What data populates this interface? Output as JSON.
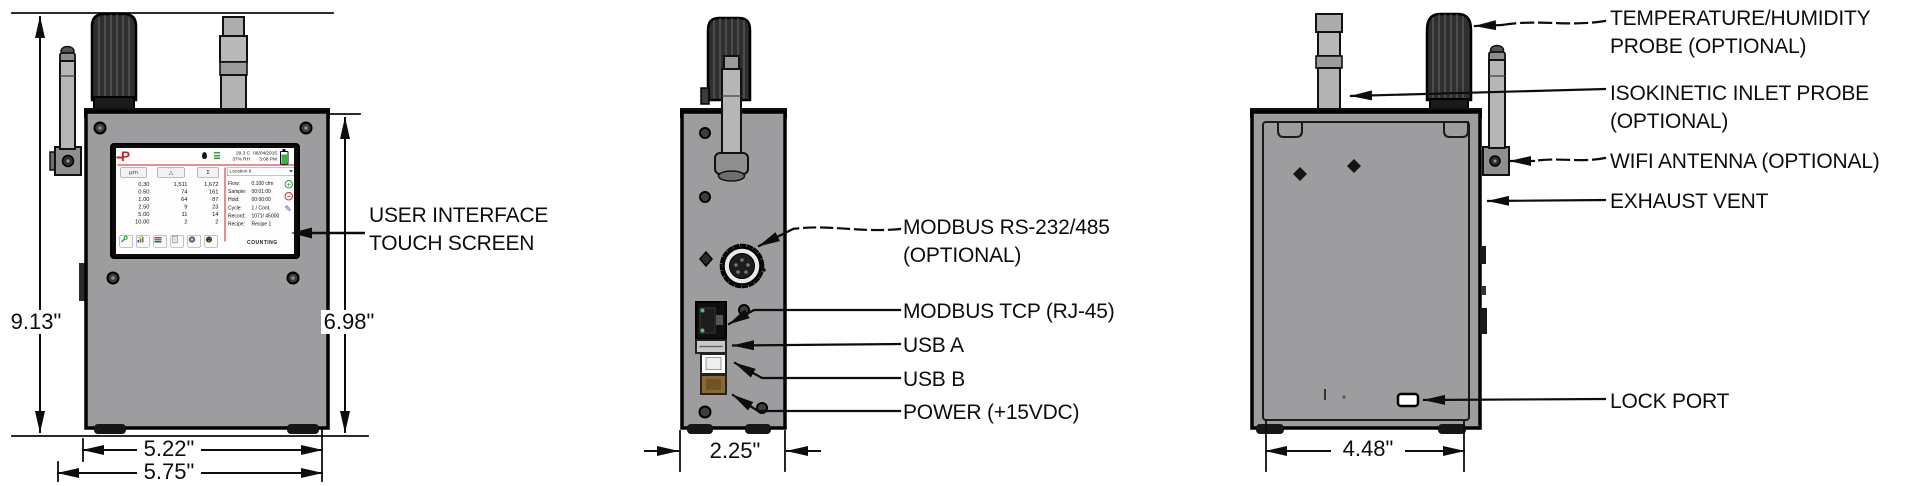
{
  "drawing": {
    "front_view": {
      "callout": "USER INTERFACE TOUCH SCREEN",
      "dim_overall_height": "9.13\"",
      "dim_body_height": "6.98\"",
      "dim_inner_width": "5.22\"",
      "dim_overall_width": "5.75\""
    },
    "side_view": {
      "dim_width": "2.25\"",
      "callouts": {
        "modbus_serial": "MODBUS RS-232/485 (OPTIONAL)",
        "modbus_tcp": "MODBUS TCP (RJ-45)",
        "usb_a": "USB A",
        "usb_b": "USB B",
        "power": "POWER (+15VDC)"
      }
    },
    "back_view": {
      "dim_width": "4.48\"",
      "callouts": {
        "temp_probe": "TEMPERATURE/HUMIDITY PROBE (OPTIONAL)",
        "iso_probe": "ISOKINETIC INLET PROBE (OPTIONAL)",
        "wifi": "WIFI ANTENNA (OPTIONAL)",
        "exhaust": "EXHAUST VENT",
        "lock": "LOCK PORT"
      }
    }
  },
  "screen": {
    "logo_text": "P",
    "status_bar": {
      "temperature": "29.3 C",
      "humidity": "37% RH",
      "date": "06/04/2015",
      "time": "3:08 PM"
    },
    "table": {
      "columns": [
        "µm",
        "△",
        "Σ"
      ],
      "rows": [
        [
          "0.30",
          "1,511",
          "1,672"
        ],
        [
          "0.50",
          "74",
          "161"
        ],
        [
          "1.00",
          "64",
          "87"
        ],
        [
          "2.50",
          "9",
          "23"
        ],
        [
          "5.00",
          "11",
          "14"
        ],
        [
          "10.00",
          "2",
          "2"
        ]
      ]
    },
    "panel": {
      "location": "Location 6",
      "fields": [
        {
          "label": "Flow:",
          "value": "0.100 cfm"
        },
        {
          "label": "Sample:",
          "value": "00:01:00"
        },
        {
          "label": "Hold:",
          "value": "00:00:00"
        },
        {
          "label": "Cycle:",
          "value": "1 / Cont."
        },
        {
          "label": "Record:",
          "value": "1071/ 45000"
        },
        {
          "label": "Recipe:",
          "value": "Recipe 1"
        }
      ]
    },
    "mode": "COUNTING"
  },
  "icons": {
    "plus": "+",
    "minus": "−",
    "pencil": "✎"
  },
  "colors": {
    "accent_red": "#cf2030",
    "green": "#2f9e44",
    "device_gray": "#9d9da0"
  }
}
